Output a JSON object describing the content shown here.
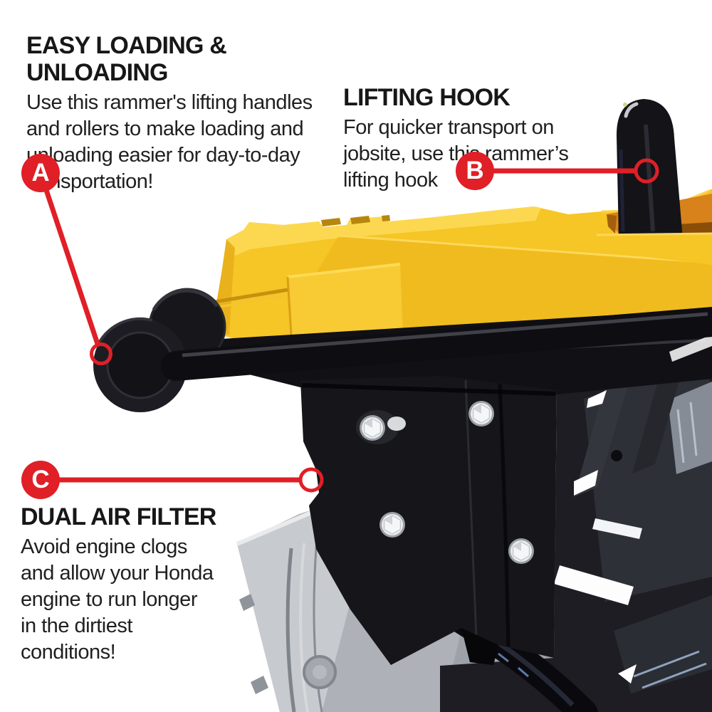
{
  "colors": {
    "background": "#ffffff",
    "accent_red": "#e01f26",
    "heading_text": "#171717",
    "body_text": "#202020",
    "tank_yellow": "#f6c526"
  },
  "callouts": [
    {
      "label": "A",
      "title": "EASY LOADING & UNLOADING",
      "body": "Use this rammer's lifting handles\nand rollers to make loading and\nunloading easier for day-to-day\ntransportation!"
    },
    {
      "label": "B",
      "title": "LIFTING HOOK",
      "body": "For quicker transport on\njobsite, use this rammer’s\nlifting hook"
    },
    {
      "label": "C",
      "title": "DUAL AIR FILTER",
      "body": "Avoid engine clogs\nand allow your Honda\nengine to run longer\nin the dirtiest\nconditions!"
    }
  ],
  "illustration": {
    "subject": "tamping-rammer-product-photo",
    "parts": [
      "fuel-tank",
      "lifting-hook",
      "transport-rollers",
      "handle-bar",
      "frame-bar",
      "air-filter-cover",
      "engine-crankcase",
      "engine-guard",
      "exhaust-tube",
      "hex-bolt"
    ]
  }
}
